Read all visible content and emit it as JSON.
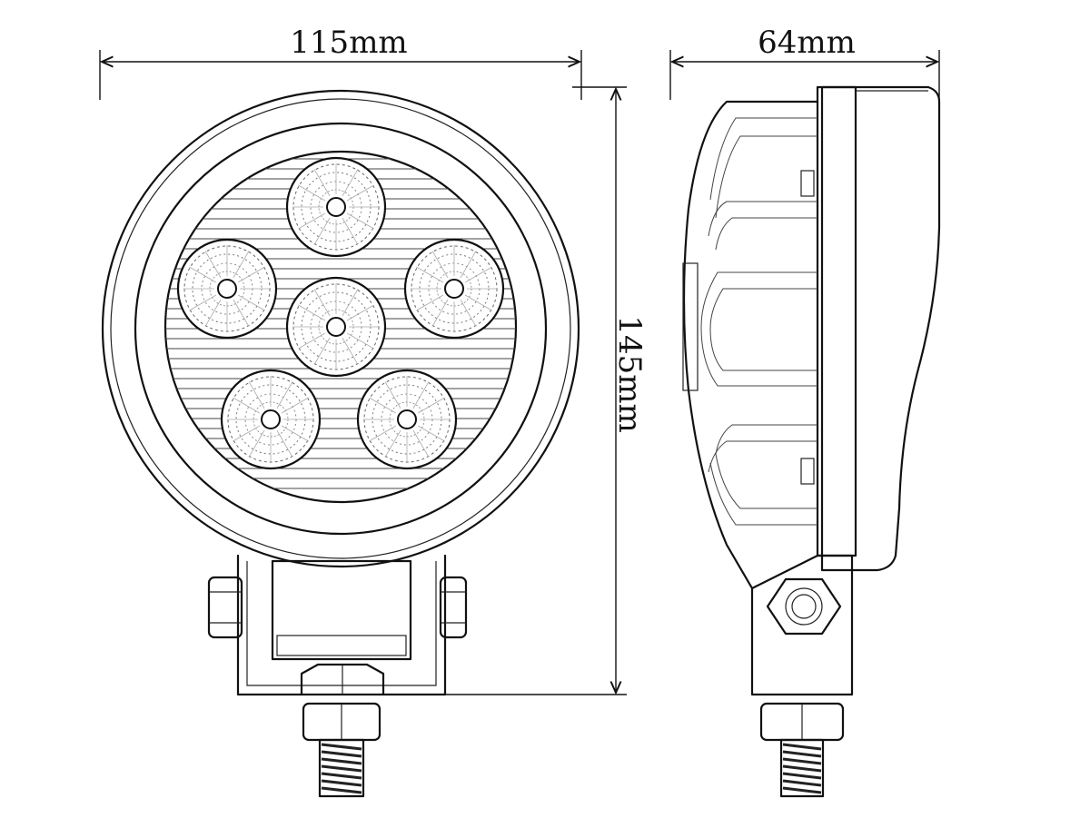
{
  "dimensions": {
    "width_label": "115mm",
    "depth_label": "64mm",
    "height_label": "145mm"
  },
  "colors": {
    "line": "#111111",
    "background": "#ffffff"
  },
  "leds": {
    "count": 6
  }
}
